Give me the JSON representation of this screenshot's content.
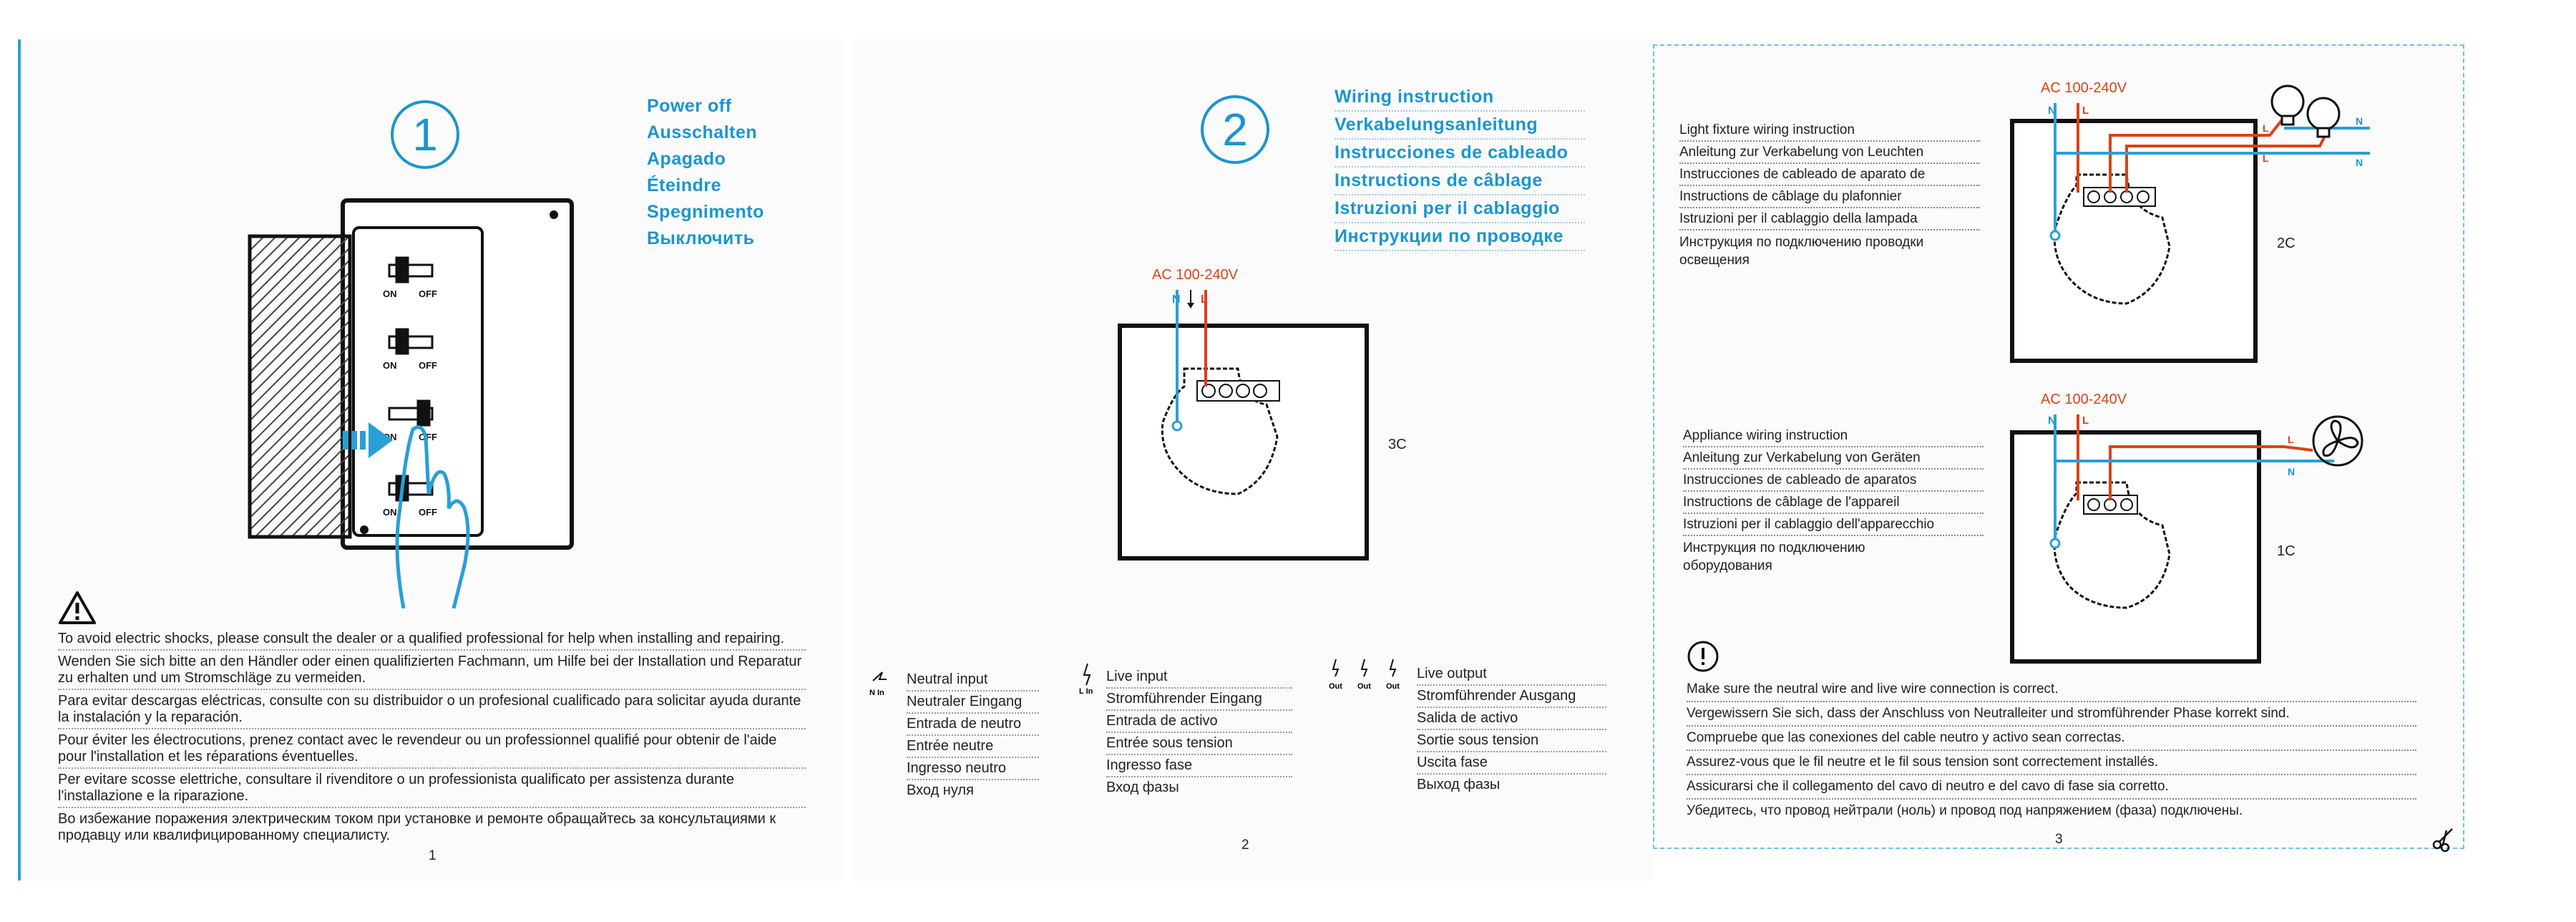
{
  "page1": {
    "step": "1",
    "titles": [
      "Power off",
      "Ausschalten",
      "Apagado",
      "Éteindre",
      "Spegnimento",
      "Выключить"
    ],
    "switch_on_label": "ON",
    "switch_off_label": "OFF",
    "warnings": [
      "To avoid electric shocks, please consult the dealer or a qualified professional for help when installing and repairing.",
      "Wenden Sie sich bitte an den Händler oder einen qualifizierten Fachmann, um Hilfe bei der Installation und Reparatur zu erhalten und um Stromschläge zu vermeiden.",
      "Para evitar descargas eléctricas, consulte con su distribuidor o un profesional cualificado para solicitar ayuda durante la instalación y la reparación.",
      "Pour éviter les électrocutions, prenez contact avec le revendeur ou un professionnel qualifié pour obtenir de l'aide pour l'installation et les réparations éventuelles.",
      "Per evitare scosse elettriche, consultare il rivenditore o un professionista qualificato per assistenza durante l'installazione e la riparazione.",
      "Во избежание поражения электрическим током при установке и ремонте обращайтесь за консультациями к продавцу или квалифицированному специалисту."
    ],
    "page_number": "1"
  },
  "page2": {
    "step": "2",
    "titles": [
      "Wiring instruction",
      "Verkabelungsanleitung",
      "Instrucciones de cableado",
      "Instructions de câblage",
      "Istruzioni per il cablaggio",
      "Инструкции по проводке"
    ],
    "ac_label": "AC 100-240V",
    "n_label": "N",
    "l_label": "L",
    "model_label": "3C",
    "legend": {
      "neutral_sym": "N In",
      "neutral": [
        "Neutral input",
        "Neutraler Eingang",
        "Entrada de neutro",
        "Entrée neutre",
        "Ingresso neutro",
        "Вход нуля"
      ],
      "live_sym": "L In",
      "live": [
        "Live input",
        "Stromführender Eingang",
        "Entrada de activo",
        "Entrée sous tension",
        "Ingresso fase",
        "Вход фазы"
      ],
      "out_sym": "Out",
      "output": [
        "Live output",
        "Stromführender Ausgang",
        "Salida de activo",
        "Sortie sous tension",
        "Uscita fase",
        "Выход фазы"
      ]
    },
    "page_number": "2"
  },
  "page3": {
    "light": {
      "ac_label": "AC 100-240V",
      "titles": [
        "Light fixture wiring instruction",
        "Anleitung zur Verkabelung von Leuchten",
        "Instrucciones de cableado de aparato de",
        "Instructions de câblage du plafonnier",
        "Istruzioni per il cablaggio della lampada",
        "Инструкция по подключению проводки освещения"
      ],
      "model_label": "2C",
      "n_label": "N",
      "l_label": "L"
    },
    "appliance": {
      "ac_label": "AC 100-240V",
      "titles": [
        "Appliance wiring instruction",
        "Anleitung zur Verkabelung von Geräten",
        "Instrucciones de cableado de aparatos",
        "Instructions de câblage de l'appareil",
        "Istruzioni per il cablaggio dell'apparecchio",
        "Инструкция по подключению оборудования"
      ],
      "model_label": "1C",
      "n_label": "N",
      "l_label": "L"
    },
    "notes": [
      "Make sure the neutral wire and live wire connection is correct.",
      "Vergewissern Sie sich, dass der Anschluss von Neutralleiter und stromführender Phase korrekt sind.",
      "Compruebe que las conexiones del cable neutro y activo sean correctas.",
      "Assurez-vous que le fil neutre et le fil sous tension sont correctement installés.",
      "Assicurarsi che il collegamento del cavo di neutro e del cavo di fase sia corretto.",
      "Убедитесь, что провод нейтрали (ноль) и провод под напряжением (фаза) подключены."
    ],
    "page_number": "3"
  },
  "colors": {
    "accent": "#1b95cf",
    "live_wire": "#d9421a",
    "neutral_wire": "#2a9fd6"
  }
}
